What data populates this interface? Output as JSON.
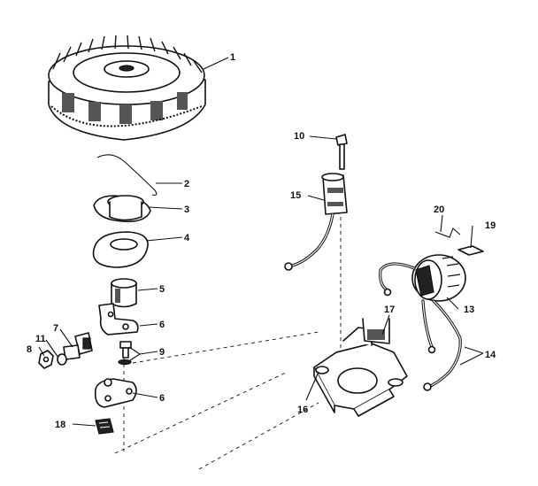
{
  "callouts": [
    "1",
    "2",
    "3",
    "4",
    "5",
    "6",
    "6",
    "7",
    "8",
    "9",
    "10",
    "11",
    "13",
    "14",
    "15",
    "16",
    "17",
    "18",
    "19",
    "20"
  ]
}
